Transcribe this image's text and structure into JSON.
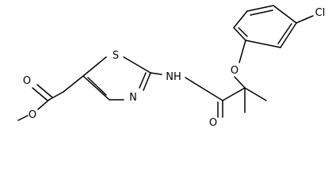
{
  "structure": {
    "atoms": {
      "cl": "Cl",
      "s": "S",
      "n": "N",
      "nh": "NH",
      "ether_o": "O",
      "amide_o": "O",
      "ester_carbonyl_o": "O",
      "ester_o": "O"
    }
  },
  "colors": {
    "bond": "#000000",
    "label": "#000000",
    "background": "#ffffff"
  }
}
